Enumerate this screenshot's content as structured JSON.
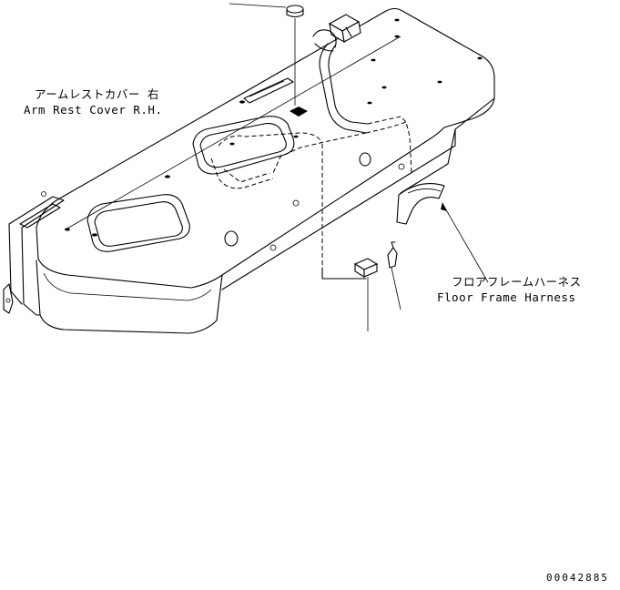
{
  "labels": {
    "armrest_jp": "アームレストカバー 右",
    "armrest_en": "Arm Rest Cover R.H.",
    "harness_jp": "フロアフレームハーネス",
    "harness_en": "Floor Frame Harness",
    "drawing_number": "00042885"
  },
  "colors": {
    "line": "#000000",
    "background": "#ffffff"
  }
}
